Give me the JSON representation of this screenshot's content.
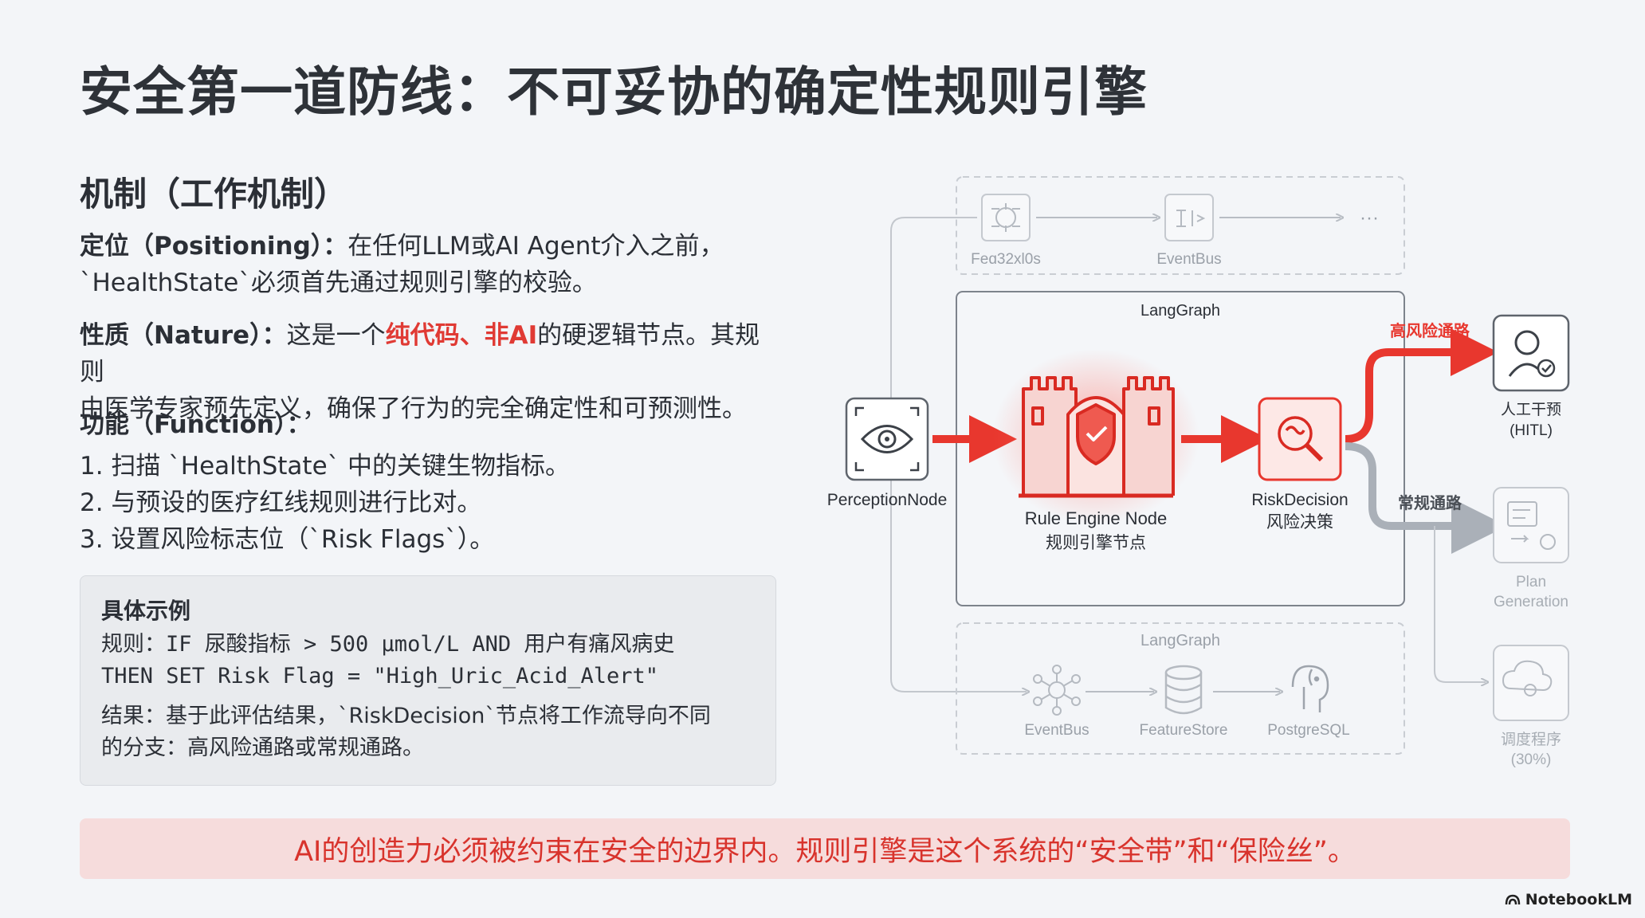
{
  "title": "安全第一道防线：不可妥协的确定性规则引擎",
  "mechanism": {
    "heading": "机制（工作机制）",
    "positioning": {
      "label": "定位（Positioning）：",
      "text1": "在任何LLM或AI Agent介入之前，",
      "text2": "`HealthState`必须首先通过规则引擎的校验。"
    },
    "nature": {
      "label": "性质（Nature）：",
      "text_a": "这是一个",
      "highlight": "纯代码、非AI",
      "text_b": "的硬逻辑节点。其规则",
      "text2": "由医学专家预先定义，确保了行为的完全确定性和可预测性。"
    },
    "function": {
      "label": "功能（Function）：",
      "items": [
        "1. 扫描 `HealthState` 中的关键生物指标。",
        "2. 与预设的医疗红线规则进行比对。",
        "3. 设置风险标志位（`Risk Flags`）。"
      ]
    }
  },
  "example": {
    "title": "具体示例",
    "rule_line1": "规则：IF 尿酸指标 > 500 μmol/L AND 用户有痛风病史",
    "rule_line2": "THEN SET Risk Flag = \"High_Uric_Acid_Alert\"",
    "result_line1": "结果：基于此评估结果，`RiskDecision`节点将工作流导向不同",
    "result_line2": "的分支：高风险通路或常规通路。"
  },
  "banner": "AI的创造力必须被约束在安全的边界内。规则引擎是这个系统的“安全带”和“保险丝”。",
  "brand": "NotebookLM",
  "diagram": {
    "top_node1": "Feɑ32xl0s",
    "top_node2": "EventBus",
    "top_ellipsis": "···",
    "main_group": "LangGraph",
    "perception": "PerceptionNode",
    "rule_engine_en": "Rule Engine Node",
    "rule_engine_zh": "规则引擎节点",
    "risk_en": "RiskDecision",
    "risk_zh": "风险决策",
    "high_risk_path": "高风险通路",
    "normal_path": "常规通路",
    "hitl_zh": "人工干预",
    "hitl_en": "(HITL)",
    "plan_line1": "Plan",
    "plan_line2": "Generation",
    "cloud_line1": "调度程序",
    "cloud_line2": "(30%)",
    "bottom_group": "LangGraph",
    "bottom_node1": "EventBus",
    "bottom_node2": "FeatureStore",
    "bottom_node3": "PostgreSQL",
    "colors": {
      "accent": "#e8372e",
      "gray": "#aab0b8",
      "text": "#2b2f36"
    }
  }
}
